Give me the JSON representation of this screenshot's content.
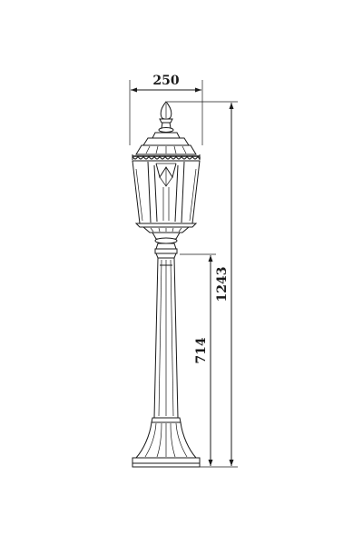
{
  "drawing": {
    "dimensions": {
      "width": "250",
      "total_height": "1243",
      "post_height": "714"
    }
  }
}
